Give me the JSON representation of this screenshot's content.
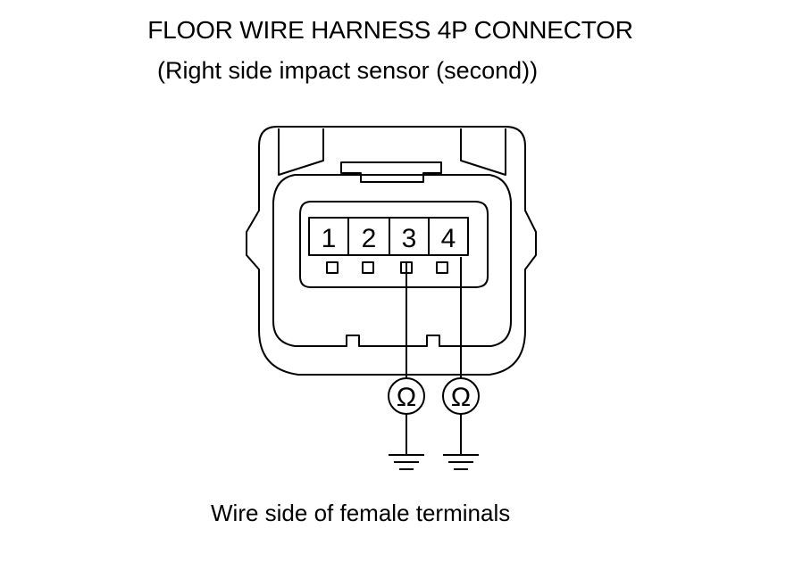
{
  "title": "FLOOR WIRE HARNESS 4P CONNECTOR",
  "subtitle": "(Right side impact sensor (second))",
  "caption": "Wire side of female terminals",
  "terminals": [
    "1",
    "2",
    "3",
    "4"
  ],
  "meter_symbol": "Ω",
  "probe_terminals": [
    "3",
    "4"
  ],
  "icons": [
    "ohmmeter-icon",
    "ground-icon"
  ]
}
